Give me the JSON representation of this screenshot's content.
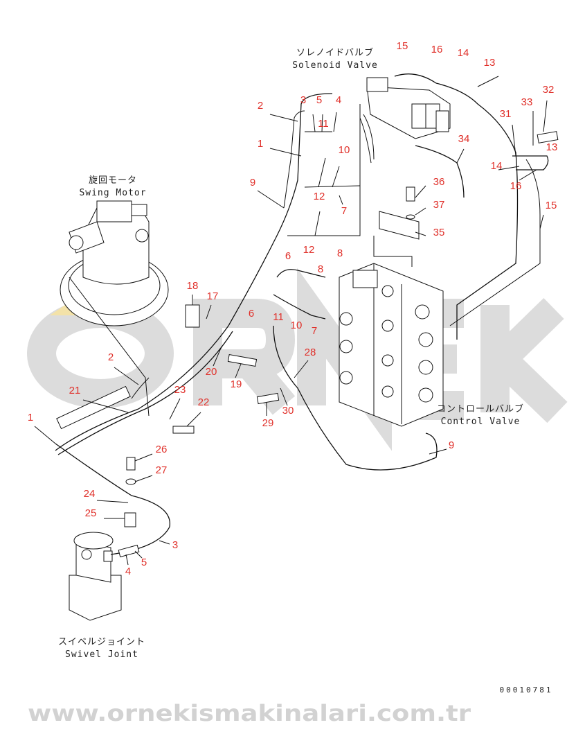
{
  "watermark": {
    "logo": "ORNEK",
    "url": "www.ornekismakinalari.com.tr"
  },
  "labels": {
    "solenoid_jp": "ソレノイドバルブ",
    "solenoid_en": "Solenoid Valve",
    "swing_jp": "旋回モータ",
    "swing_en": "Swing Motor",
    "control_jp": "コントロールバルブ",
    "control_en": "Control Valve",
    "swivel_jp": "スイベルジョイント",
    "swivel_en": "Swivel Joint"
  },
  "drawing_number": "00010781",
  "callouts": [
    "15",
    "16",
    "14",
    "13",
    "32",
    "33",
    "31",
    "13",
    "14",
    "16",
    "15",
    "34",
    "36",
    "37",
    "35",
    "2",
    "3",
    "5",
    "4",
    "11",
    "1",
    "10",
    "9",
    "12",
    "7",
    "12",
    "8",
    "6",
    "8",
    "6",
    "11",
    "10",
    "7",
    "18",
    "17",
    "2",
    "20",
    "19",
    "28",
    "23",
    "22",
    "21",
    "30",
    "29",
    "1",
    "26",
    "27",
    "24",
    "25",
    "3",
    "4",
    "5",
    "9"
  ],
  "colors": {
    "callout": "#e0302a",
    "line": "#111111",
    "watermark": "#dcdcdc"
  }
}
